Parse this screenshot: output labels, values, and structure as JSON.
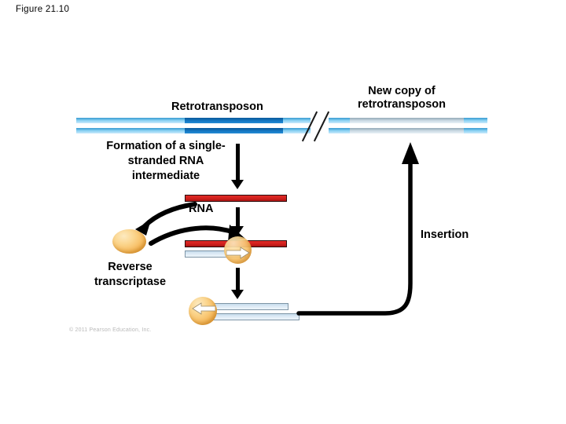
{
  "figure": {
    "label": "Figure 21.10"
  },
  "labels": {
    "retrotransposon": "Retrotransposon",
    "new_copy": "New copy of retrotransposon",
    "formation": "Formation of a single-stranded RNA intermediate",
    "rna": "RNA",
    "reverse_transcriptase": "Reverse transcriptase",
    "insertion": "Insertion"
  },
  "copyright": "© 2011 Pearson Education, Inc.",
  "colors": {
    "dna_light_blue": "#7ecbf0",
    "dna_dark_blue": "#1273bd",
    "dna_pale_copy": "#c6d6e0",
    "rna_red": "#d01f1c",
    "enzyme_orange": "#f7bd62",
    "arrow_black": "#000000",
    "copyright_gray": "#b9b9b9"
  },
  "diagram": {
    "type": "retrotransposition-pathway",
    "steps": [
      "Retrotransposon in chromosomal DNA",
      "Formation of a single-stranded RNA intermediate",
      "Reverse transcriptase binds RNA",
      "Reverse transcription produces DNA copy",
      "Insertion of new copy of retrotransposon into DNA"
    ]
  }
}
